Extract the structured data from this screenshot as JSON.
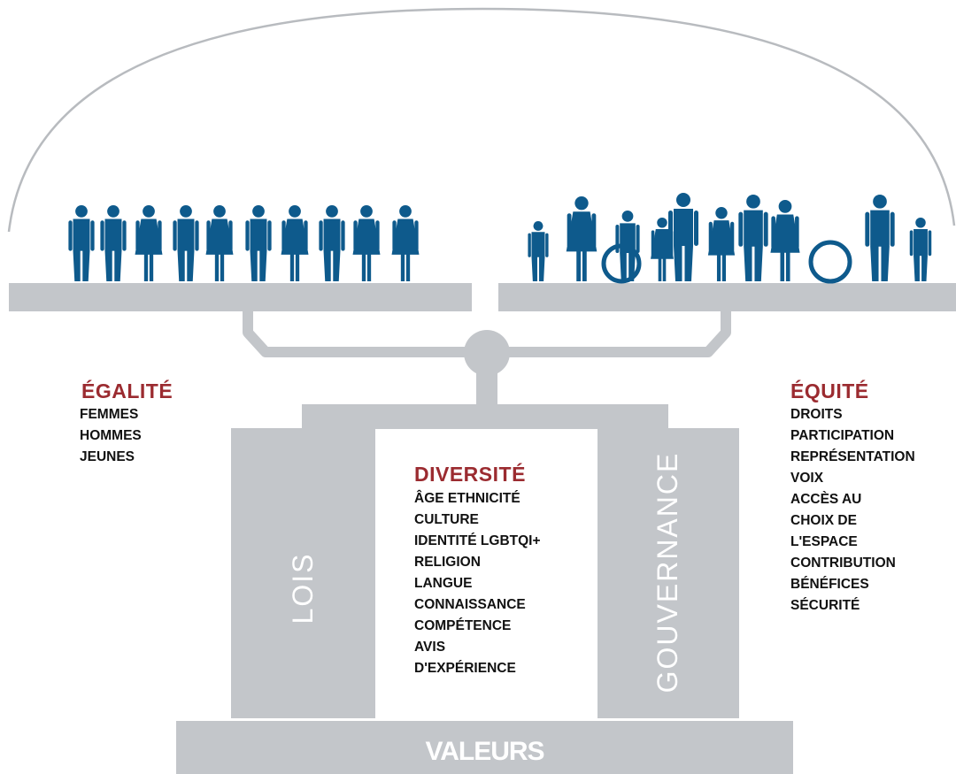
{
  "colors": {
    "structure": "#c3c6ca",
    "people": "#0e5a8c",
    "heading": "#9b2b30",
    "text": "#111111",
    "dome": "#b8bbbf"
  },
  "equality": {
    "heading": "ÉGALITÉ",
    "items": [
      "FEMMES",
      "HOMMES",
      "JEUNES"
    ]
  },
  "equity": {
    "heading": "ÉQUITÉ",
    "items": [
      "DROITS",
      "PARTICIPATION",
      "REPRÉSENTATION",
      "VOIX",
      "ACCÈS AU",
      "CHOIX DE",
      "L'ESPACE",
      "CONTRIBUTION",
      "BÉNÉFICES",
      " SÉCURITÉ"
    ]
  },
  "diversity": {
    "heading": "DIVERSITÉ",
    "items": [
      "ÂGE ETHNICITÉ",
      "CULTURE",
      "IDENTITÉ LGBTQI+",
      "RELIGION",
      "LANGUE",
      "CONNAISSANCE",
      "COMPÉTENCE",
      "AVIS",
      "D'EXPÉRIENCE"
    ]
  },
  "pillars": {
    "left": "LOIS",
    "right": "GOUVERNANCE"
  },
  "base": "VALEURS",
  "icons": {
    "equal_people": "identical-standing-people-icons",
    "equity_people": "diverse-people-with-wheelchairs-children-cane-icons"
  }
}
